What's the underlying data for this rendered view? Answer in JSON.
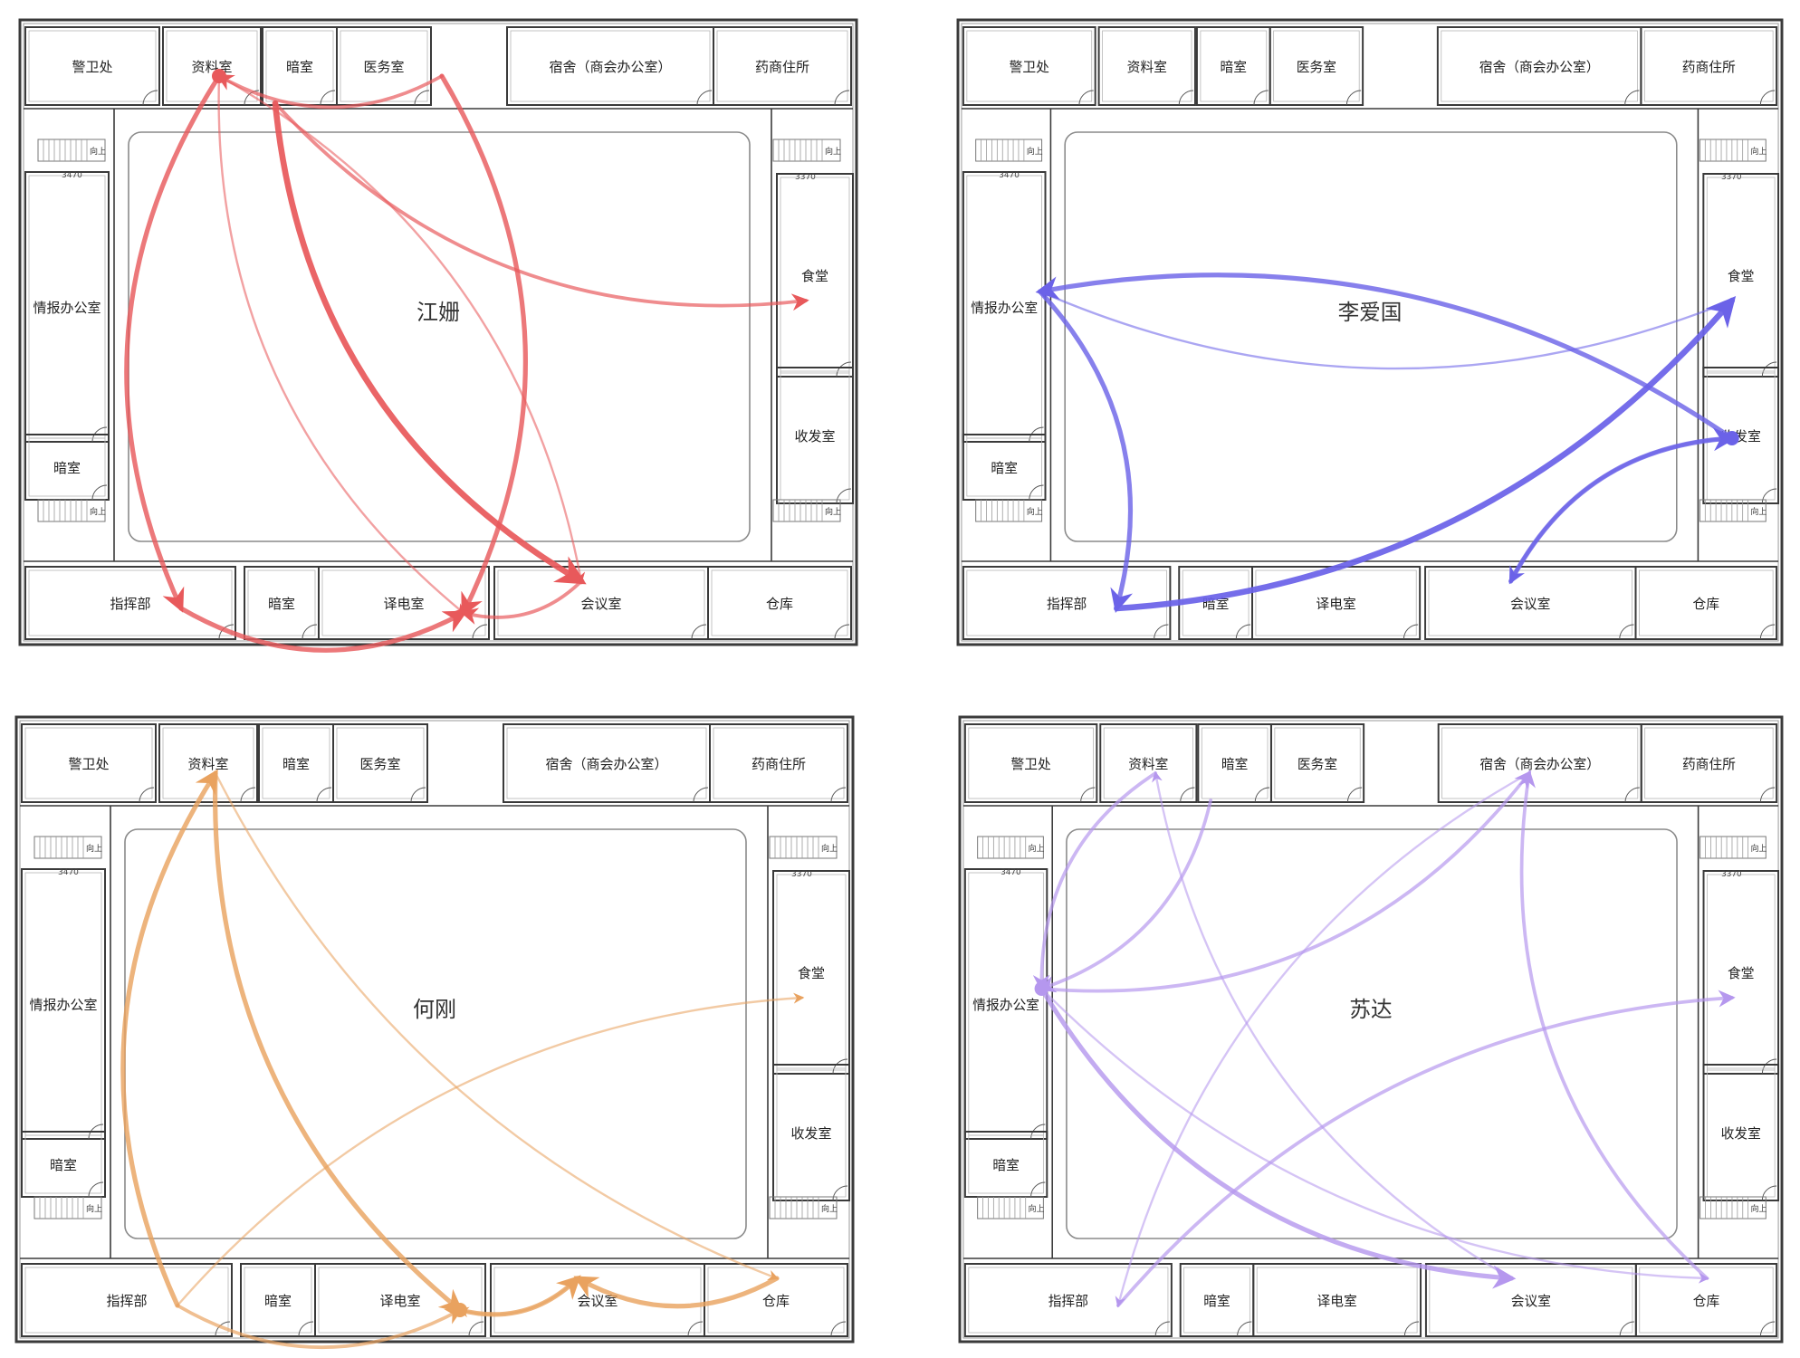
{
  "panels": [
    {
      "person": "江姗",
      "color": "#e8595b",
      "rooms": {
        "top": [
          "警卫处",
          "资料室",
          "暗室",
          "医务室",
          "宿舍（商会办公室）",
          "药商住所"
        ],
        "left": [
          "情报办公室",
          "暗室"
        ],
        "right": [
          "食堂",
          "收发室"
        ],
        "bottom": [
          "指挥部",
          "暗室",
          "译电室",
          "会议室",
          "仓库"
        ]
      },
      "stairs_label": "向上",
      "dims": [
        "3470",
        "3370"
      ],
      "start": "资料室",
      "paths": [
        {
          "from": "资料室",
          "to": "指挥部",
          "weight": 3
        },
        {
          "from": "医务室",
          "to": "译电室",
          "weight": 3
        },
        {
          "from": "暗室",
          "to": "会议室",
          "weight": 4
        },
        {
          "from": "资料室",
          "to": "会议室",
          "weight": 1
        },
        {
          "from": "暗室",
          "to": "食堂",
          "weight": 2
        },
        {
          "from": "医务室",
          "to": "资料室",
          "weight": 2
        },
        {
          "from": "指挥部",
          "to": "译电室",
          "weight": 3
        },
        {
          "from": "会议室",
          "to": "译电室",
          "weight": 2
        },
        {
          "from": "资料室",
          "to": "译电室",
          "weight": 1
        }
      ]
    },
    {
      "person": "李爱国",
      "color": "#6b62e8",
      "rooms": {
        "top": [
          "警卫处",
          "资料室",
          "暗室",
          "医务室",
          "宿舍（商会办公室）",
          "药商住所"
        ],
        "left": [
          "情报办公室",
          "暗室"
        ],
        "right": [
          "食堂",
          "收发室"
        ],
        "bottom": [
          "指挥部",
          "暗室",
          "译电室",
          "会议室",
          "仓库"
        ]
      },
      "stairs_label": "向上",
      "dims": [
        "3470",
        "3370"
      ],
      "start": "收发室",
      "paths": [
        {
          "from": "收发室",
          "to": "会议室",
          "weight": 2
        },
        {
          "from": "会议室",
          "to": "收发室",
          "weight": 3
        },
        {
          "from": "收发室",
          "to": "情报办公室",
          "weight": 3
        },
        {
          "from": "情报办公室",
          "to": "指挥部",
          "weight": 3
        },
        {
          "from": "指挥部",
          "to": "食堂",
          "weight": 4
        },
        {
          "from": "食堂",
          "to": "情报办公室",
          "weight": 1
        }
      ]
    },
    {
      "person": "何刚",
      "color": "#e9a25f",
      "rooms": {
        "top": [
          "警卫处",
          "资料室",
          "暗室",
          "医务室",
          "宿舍（商会办公室）",
          "药商住所"
        ],
        "left": [
          "情报办公室",
          "暗室"
        ],
        "right": [
          "食堂",
          "收发室"
        ],
        "bottom": [
          "指挥部",
          "暗室",
          "译电室",
          "会议室",
          "仓库"
        ]
      },
      "stairs_label": "向上",
      "dims": [
        "3470",
        "3370"
      ],
      "start": "译电室",
      "paths": [
        {
          "from": "译电室",
          "to": "会议室",
          "weight": 3
        },
        {
          "from": "会议室",
          "to": "译电室",
          "weight": 1
        },
        {
          "from": "资料室",
          "to": "译电室",
          "weight": 3
        },
        {
          "from": "指挥部",
          "to": "资料室",
          "weight": 3
        },
        {
          "from": "资料室",
          "to": "仓库",
          "weight": 1
        },
        {
          "from": "指挥部",
          "to": "食堂",
          "weight": 1
        },
        {
          "from": "指挥部",
          "to": "译电室",
          "weight": 2
        },
        {
          "from": "仓库",
          "to": "会议室",
          "weight": 3
        }
      ]
    },
    {
      "person": "苏达",
      "color": "#b597ee",
      "rooms": {
        "top": [
          "警卫处",
          "资料室",
          "暗室",
          "医务室",
          "宿舍（商会办公室）",
          "药商住所"
        ],
        "left": [
          "情报办公室",
          "暗室"
        ],
        "right": [
          "食堂",
          "收发室"
        ],
        "bottom": [
          "指挥部",
          "暗室",
          "译电室",
          "会议室",
          "仓库"
        ]
      },
      "stairs_label": "向上",
      "dims": [
        "3470",
        "3370"
      ],
      "start": "情报办公室",
      "paths": [
        {
          "from": "情报办公室",
          "to": "会议室",
          "weight": 3
        },
        {
          "from": "会议室",
          "to": "资料室",
          "weight": 1
        },
        {
          "from": "资料室",
          "to": "情报办公室",
          "weight": 2
        },
        {
          "from": "暗室",
          "to": "情报办公室",
          "weight": 2
        },
        {
          "from": "情报办公室",
          "to": "仓库",
          "weight": 1
        },
        {
          "from": "仓库",
          "to": "宿舍（商会办公室）",
          "weight": 2
        },
        {
          "from": "宿舍（商会办公室）",
          "to": "指挥部",
          "weight": 1
        },
        {
          "from": "指挥部",
          "to": "食堂",
          "weight": 2
        },
        {
          "from": "情报办公室",
          "to": "宿舍（商会办公室）",
          "weight": 2
        }
      ]
    }
  ]
}
